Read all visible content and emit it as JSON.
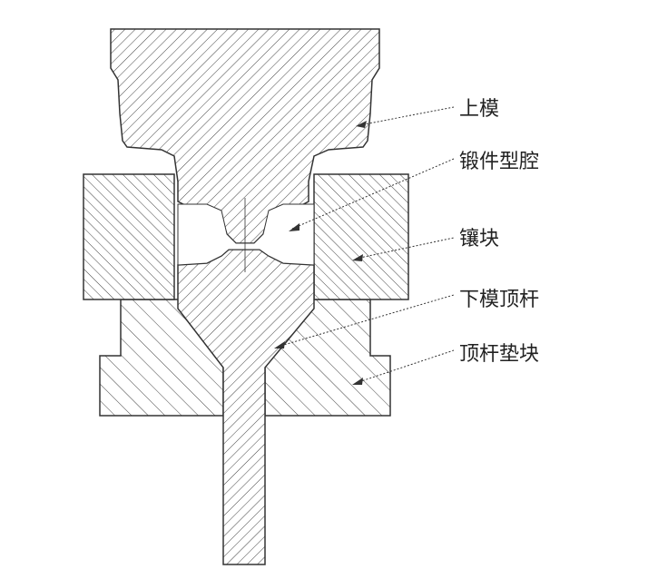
{
  "labels": {
    "upper_die": "上模",
    "forging_cavity": "锻件型腔",
    "insert": "镶块",
    "lower_die_ejector": "下模顶杆",
    "ejector_pad_block": "顶杆垫块"
  },
  "colors": {
    "stroke": "#333333",
    "hatch": "#444444",
    "background": "#ffffff"
  }
}
